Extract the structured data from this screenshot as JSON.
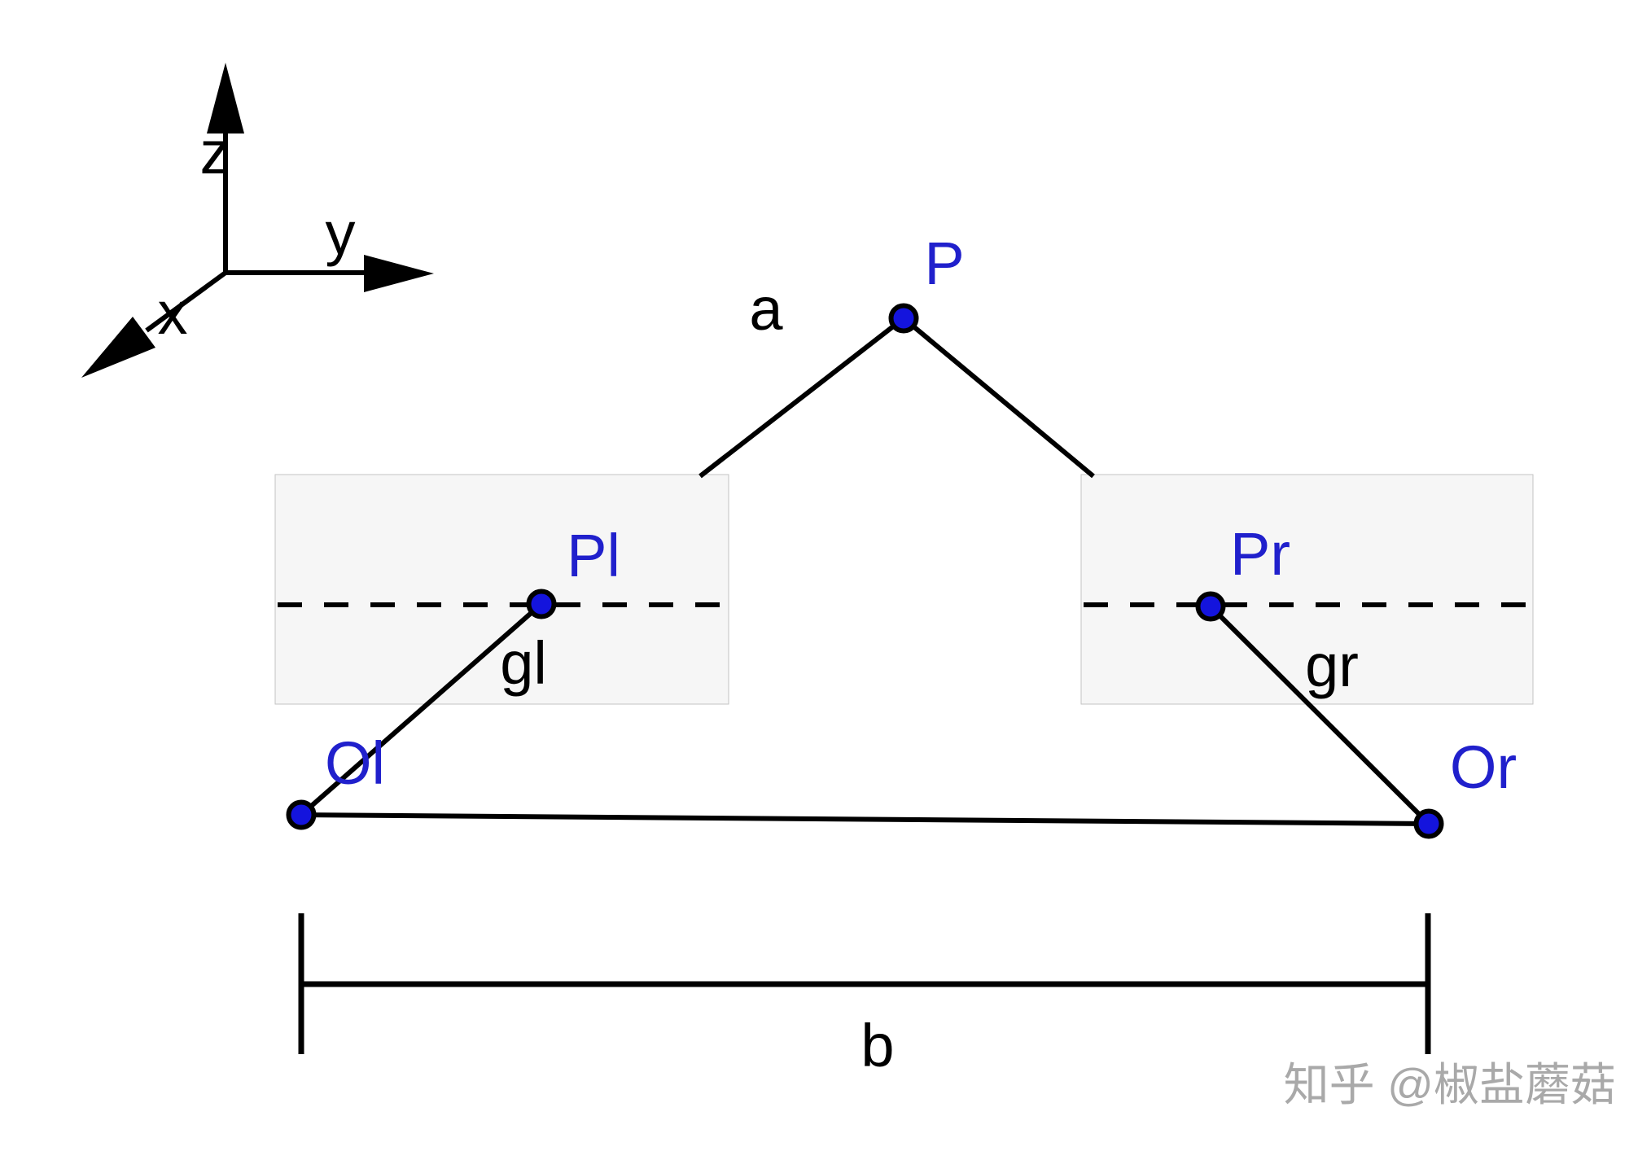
{
  "axes": {
    "z_label": "z",
    "y_label": "y",
    "x_label": "x"
  },
  "points": {
    "P": "P",
    "Pl": "Pl",
    "Pr": "Pr",
    "Ol": "Ol",
    "Or": "Or"
  },
  "labels": {
    "a": "a",
    "gl": "gl",
    "gr": "gr",
    "b": "b"
  },
  "watermark": "知乎 @椒盐蘑菇",
  "colors": {
    "label_blue": "#2020cc",
    "point_blue": "#1414dd",
    "line_black": "#000000",
    "plane_fill": "#f6f6f6",
    "plane_border": "#c3c3c3",
    "watermark_gray": "#a9a9a9"
  }
}
